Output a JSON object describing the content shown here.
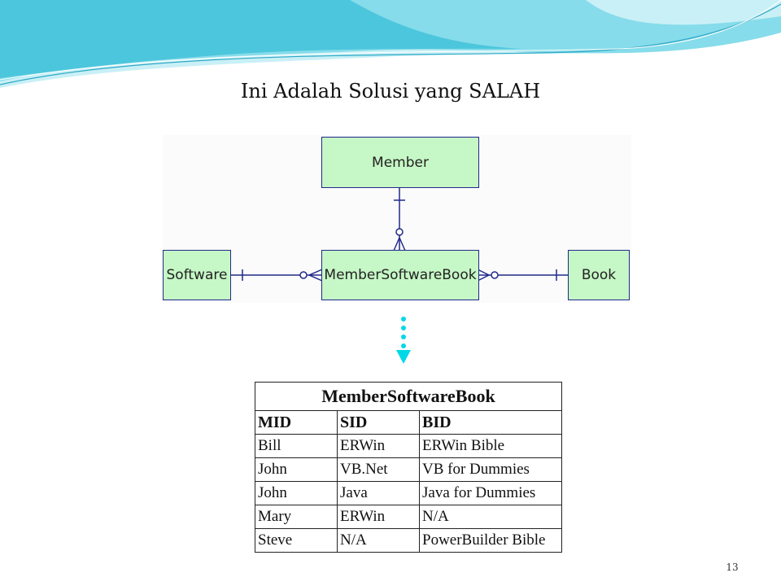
{
  "slide": {
    "title": "Ini Adalah Solusi yang SALAH",
    "page_number": "13"
  },
  "erd": {
    "entities": {
      "member": "Member",
      "software": "Software",
      "member_software_book": "MemberSoftwareBook",
      "book": "Book"
    },
    "relationships": [
      {
        "from": "Member",
        "to": "MemberSoftwareBook",
        "from_cardinality": "one",
        "to_cardinality": "zero-or-many"
      },
      {
        "from": "Software",
        "to": "MemberSoftwareBook",
        "from_cardinality": "one",
        "to_cardinality": "zero-or-many"
      },
      {
        "from": "Book",
        "to": "MemberSoftwareBook",
        "from_cardinality": "one",
        "to_cardinality": "zero-or-many"
      }
    ]
  },
  "table": {
    "caption": "MemberSoftwareBook",
    "headers": [
      "MID",
      "SID",
      "BID"
    ],
    "rows": [
      [
        "Bill",
        "ERWin",
        "ERWin Bible"
      ],
      [
        "John",
        "VB.Net",
        "VB for Dummies"
      ],
      [
        "John",
        "Java",
        "Java for Dummies"
      ],
      [
        "Mary",
        "ERWin",
        "N/A"
      ],
      [
        "Steve",
        "N/A",
        "PowerBuilder Bible"
      ]
    ]
  },
  "colors": {
    "entity_fill": "#c6f7c6",
    "line": "#1f2a8a",
    "arrow": "#00d8e8",
    "wave_light": "#bdeef5",
    "wave_dark": "#4cc6dc"
  }
}
